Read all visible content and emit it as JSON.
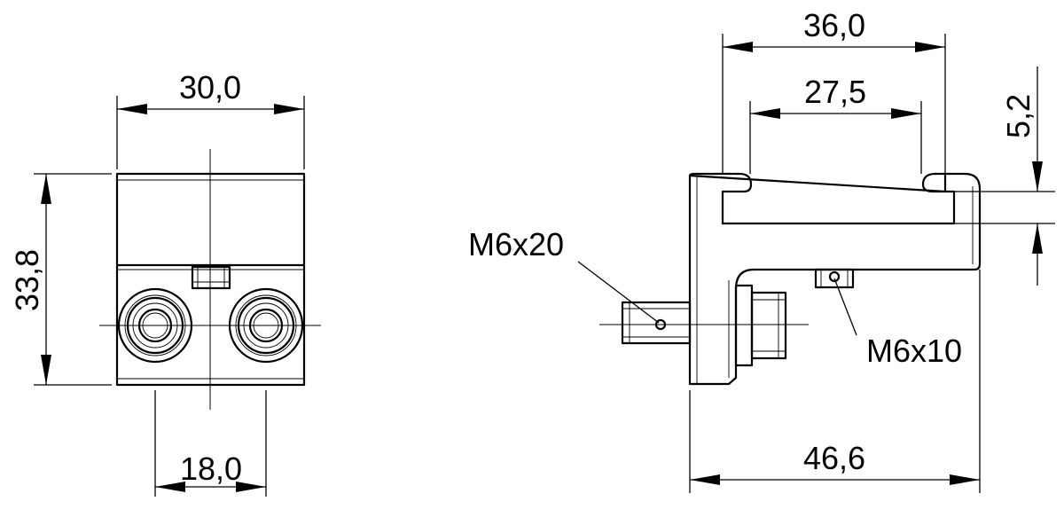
{
  "dimensions": {
    "front_width": "30,0",
    "front_height": "33,8",
    "front_hole_spacing": "18,0",
    "side_outer_width": "36,0",
    "side_inner_width": "27,5",
    "side_slot_height": "5,2",
    "side_total_length": "46,6"
  },
  "callouts": {
    "screw_long": "M6x20",
    "screw_short": "M6x10"
  }
}
